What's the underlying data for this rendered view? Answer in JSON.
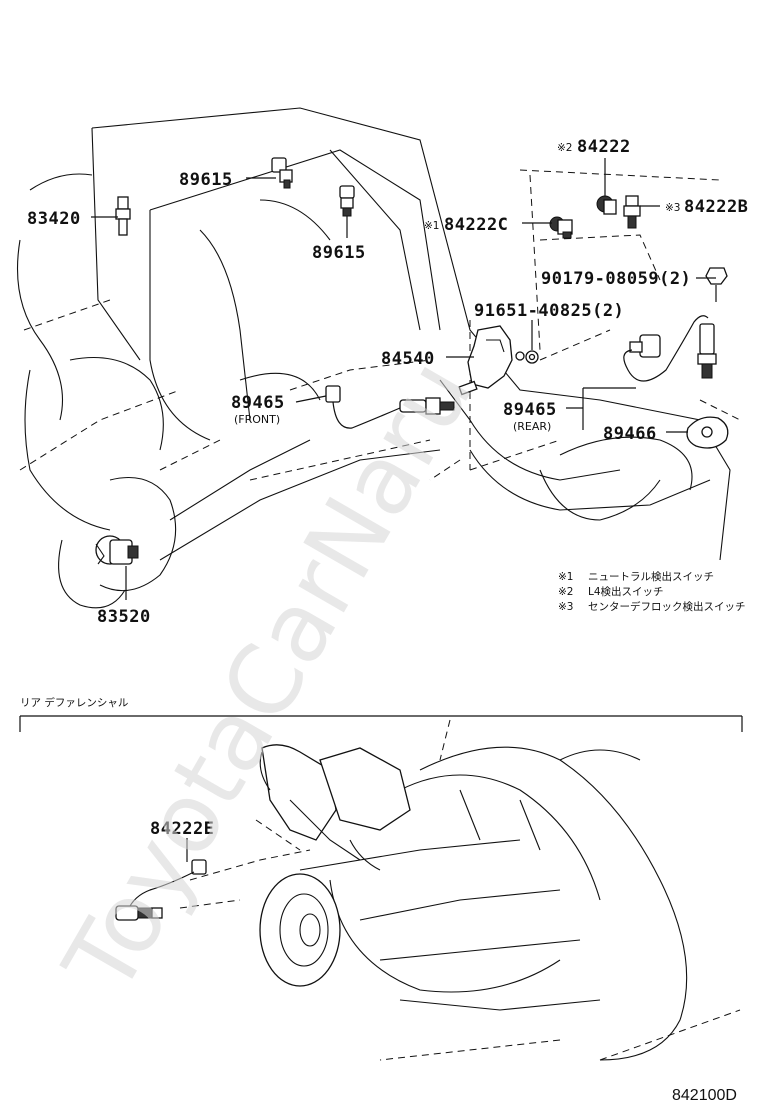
{
  "labels": {
    "p89615_a": "89615",
    "p83420": "83420",
    "p89615_b": "89615",
    "p84222_2": "84222",
    "mark2": "※2",
    "p84222c": "84222C",
    "mark1": "※1",
    "p84222b": "84222B",
    "mark3": "※3",
    "p90179": "90179-08059(2)",
    "p91651": "91651-40825(2)",
    "p84540": "84540",
    "p89465_front": "89465",
    "front": "(FRONT)",
    "p89465_rear": "89465",
    "rear": "(REAR)",
    "p89466": "89466",
    "p83520": "83520",
    "p84222e": "84222E"
  },
  "notes": [
    {
      "mark": "※1",
      "text": "ニュートラル検出スイッチ"
    },
    {
      "mark": "※2",
      "text": "L4検出スイッチ"
    },
    {
      "mark": "※3",
      "text": "センターデフロック検出スイッチ"
    }
  ],
  "section_title": "リア デファレンシャル",
  "figure_code": "842100D",
  "watermark": "ToyotaCarNaru"
}
